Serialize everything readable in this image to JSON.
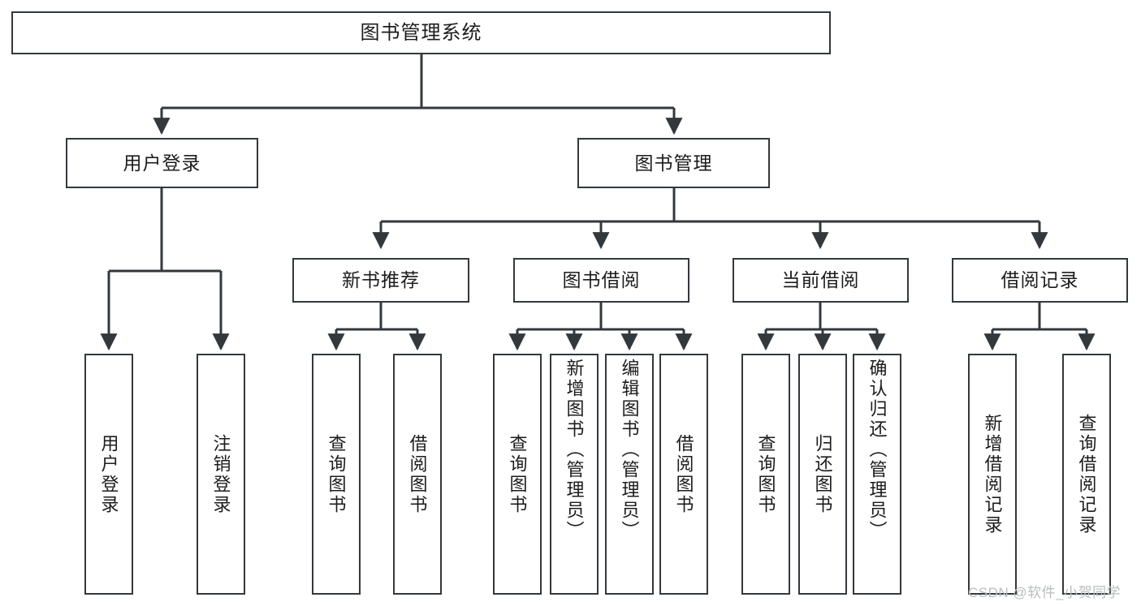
{
  "diagram": {
    "title": "图书管理系统",
    "type": "tree-structure-chart",
    "colors": {
      "box_border": "#33383d",
      "box_fill": "#ffffff",
      "edge": "#33383d",
      "text": "#1c1c1c",
      "watermark": "#b9bcc0",
      "background": "#ffffff"
    },
    "root": {
      "label": "图书管理系统"
    },
    "level2": [
      {
        "id": "user-login",
        "label": "用户登录"
      },
      {
        "id": "book-management",
        "label": "图书管理"
      }
    ],
    "level3": [
      {
        "id": "new-book-recommend",
        "label": "新书推荐"
      },
      {
        "id": "book-borrow",
        "label": "图书借阅"
      },
      {
        "id": "current-borrow",
        "label": "当前借阅"
      },
      {
        "id": "borrow-record",
        "label": "借阅记录"
      }
    ],
    "leaves": {
      "user_login": [
        {
          "id": "leaf-user-login",
          "label": "用户登录"
        },
        {
          "id": "leaf-logout-login",
          "label": "注销登录"
        }
      ],
      "new_book_recommend": [
        {
          "id": "leaf-query-book-1",
          "label": "查询图书"
        },
        {
          "id": "leaf-borrow-book-1",
          "label": "借阅图书"
        }
      ],
      "book_borrow": [
        {
          "id": "leaf-query-book-2",
          "label": "查询图书"
        },
        {
          "id": "leaf-add-book",
          "label": "新增图书（管理员）"
        },
        {
          "id": "leaf-edit-book",
          "label": "编辑图书（管理员）"
        },
        {
          "id": "leaf-borrow-book-2",
          "label": "借阅图书"
        }
      ],
      "current_borrow": [
        {
          "id": "leaf-query-book-3",
          "label": "查询图书"
        },
        {
          "id": "leaf-return-book",
          "label": "归还图书"
        },
        {
          "id": "leaf-confirm-return",
          "label": "确认归还（管理员）"
        }
      ],
      "borrow_record": [
        {
          "id": "leaf-add-borrow-record",
          "label": "新增借阅记录"
        },
        {
          "id": "leaf-query-borrow-record",
          "label": "查询借阅记录"
        }
      ]
    }
  },
  "watermark": {
    "text": "CSDN @软件_小贺同学"
  }
}
